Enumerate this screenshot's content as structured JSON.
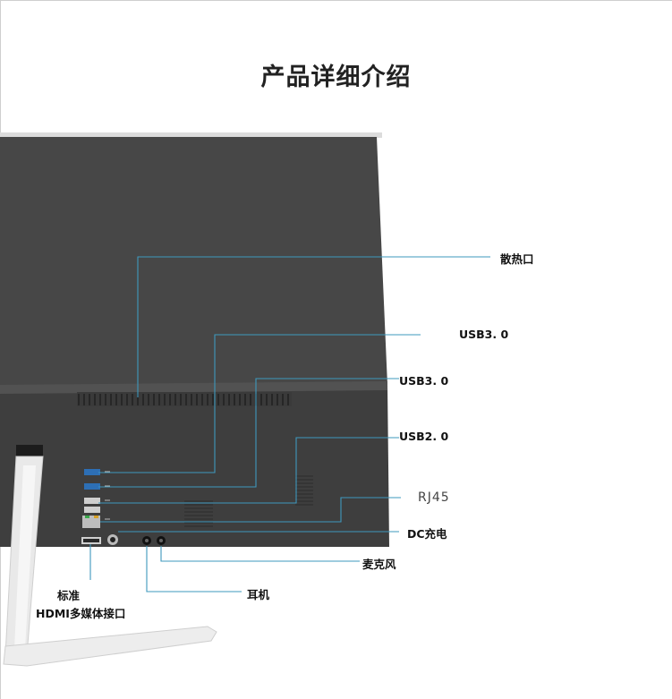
{
  "title": "产品详细介绍",
  "labels": {
    "vent": "散热口",
    "usb30_a": "USB3. 0",
    "usb30_b": "USB3. 0",
    "usb20": "USB2. 0",
    "rj45": "RJ45",
    "dc": "DC充电",
    "mic": "麦克风",
    "earphone": "耳机",
    "hdmi_line1": "标准",
    "hdmi_line2": "HDMI多媒体接口"
  },
  "colors": {
    "panel": "#474747",
    "leader": "#3e98bd",
    "stand": "#e6e6e6"
  }
}
